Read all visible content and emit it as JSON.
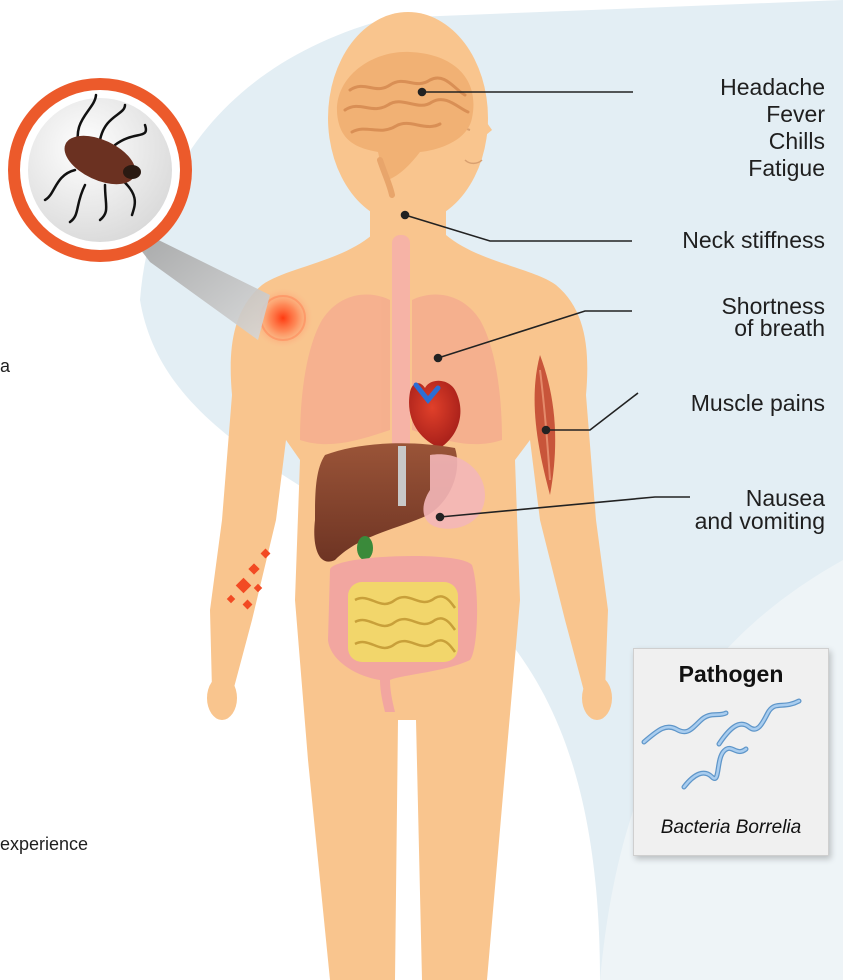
{
  "symptoms": {
    "head": [
      "Headache",
      "Fever",
      "Chills",
      "Fatigue"
    ],
    "neck": "Neck stiffness",
    "breath": [
      "Shortness",
      "of breath"
    ],
    "muscle": "Muscle pains",
    "stomach": [
      "Nausea",
      "and vomiting"
    ]
  },
  "cutoff_text": {
    "left_fragment": "a",
    "bottom_fragment": "experience"
  },
  "pathogen": {
    "title": "Pathogen",
    "name": "Bacteria Borrelia"
  },
  "colors": {
    "skin": "#f9c58e",
    "background_blob": "#e3eef4",
    "tick_ring": "#ec5a2b",
    "rash": "#f24a23",
    "bacteria": "#7fb2de",
    "leader_line": "#222222"
  }
}
